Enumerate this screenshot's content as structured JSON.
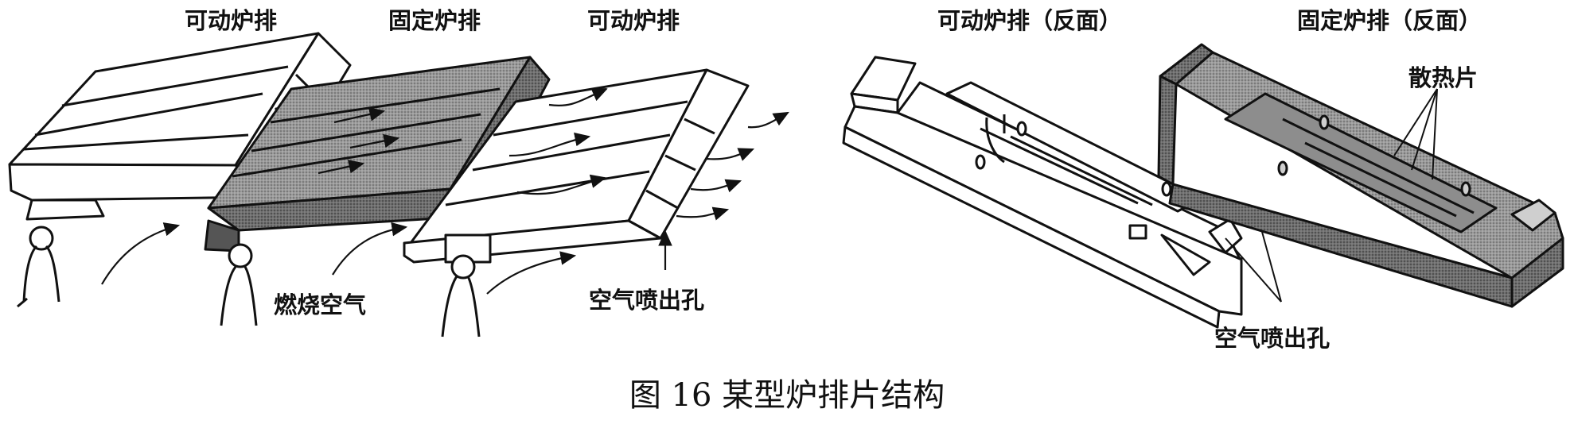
{
  "labels": {
    "movable_grate": "可动炉排",
    "fixed_grate": "固定炉排",
    "movable_grate_2": "可动炉排",
    "movable_grate_reverse": "可动炉排（反面）",
    "fixed_grate_reverse": "固定炉排（反面）",
    "heat_fins": "散热片",
    "combustion_air": "燃烧空气",
    "air_outlet_left": "空气喷出孔",
    "air_outlet_right": "空气喷出孔"
  },
  "caption": "图 16  某型炉排片结构",
  "colors": {
    "line": "#111111",
    "shade_dark": "#6f6f6f",
    "shade_mid": "#a8a8a8",
    "paper": "#ffffff"
  }
}
